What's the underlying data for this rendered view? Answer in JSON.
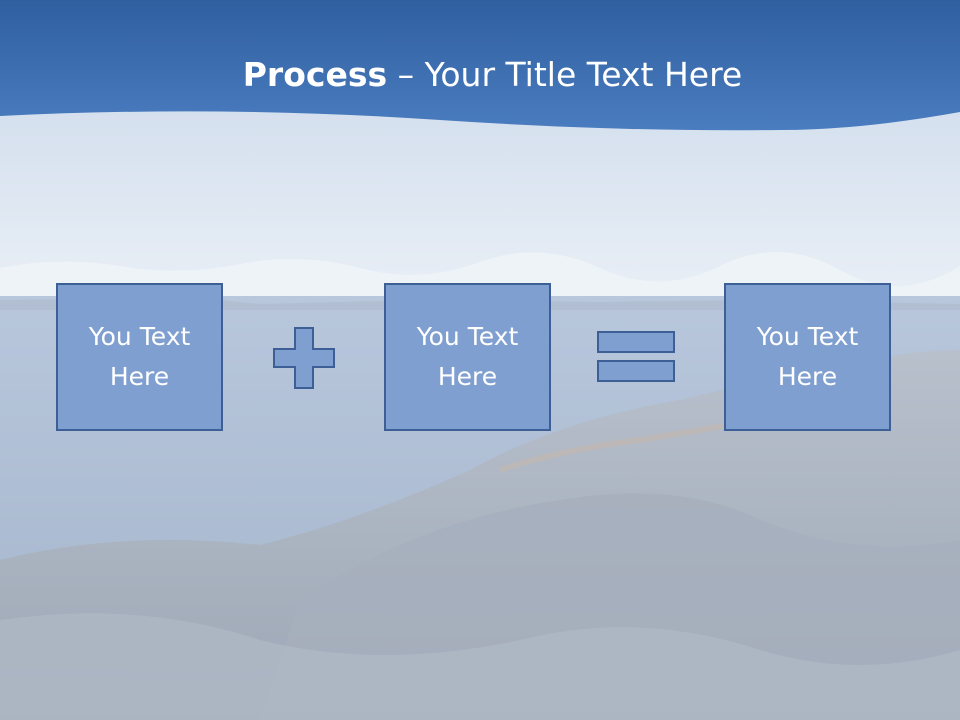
{
  "slide": {
    "title_bold": "Process",
    "title_rest": " – Your Title Text Here",
    "boxes": [
      {
        "text": "You Text Here"
      },
      {
        "text": "You Text Here"
      },
      {
        "text": "You Text Here"
      }
    ],
    "operators": [
      "plus-icon",
      "equals-icon"
    ]
  },
  "colors": {
    "header_blue": "#3d6bab",
    "box_fill": "#7f9fd0",
    "box_border": "#3c5f95",
    "text": "#ffffff"
  }
}
